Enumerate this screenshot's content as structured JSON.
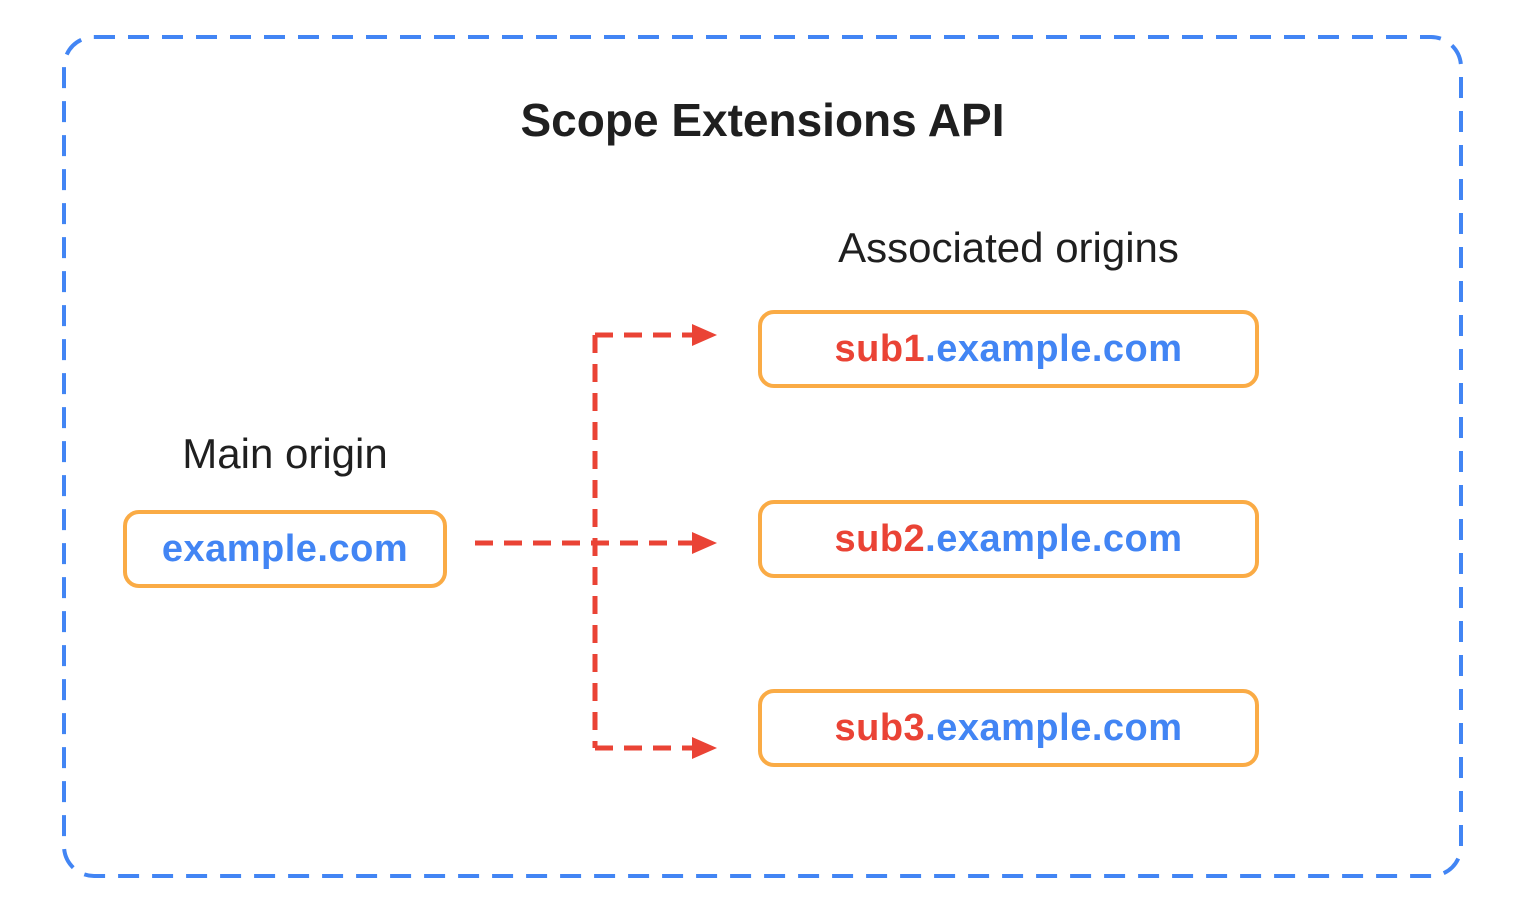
{
  "diagram": {
    "title": "Scope Extensions API",
    "main_origin": {
      "label": "Main origin",
      "domain": "example.com"
    },
    "associated": {
      "label": "Associated origins",
      "items": [
        {
          "prefix": "sub1",
          "suffix": ".example.com"
        },
        {
          "prefix": "sub2",
          "suffix": ".example.com"
        },
        {
          "prefix": "sub3",
          "suffix": ".example.com"
        }
      ]
    },
    "colors": {
      "border_blue": "#4285F4",
      "arrow_red": "#EA4335",
      "box_orange": "#FAAB45",
      "domain_blue": "#4285F4",
      "domain_red": "#EA4335",
      "text_black": "#1F1F1F"
    }
  }
}
